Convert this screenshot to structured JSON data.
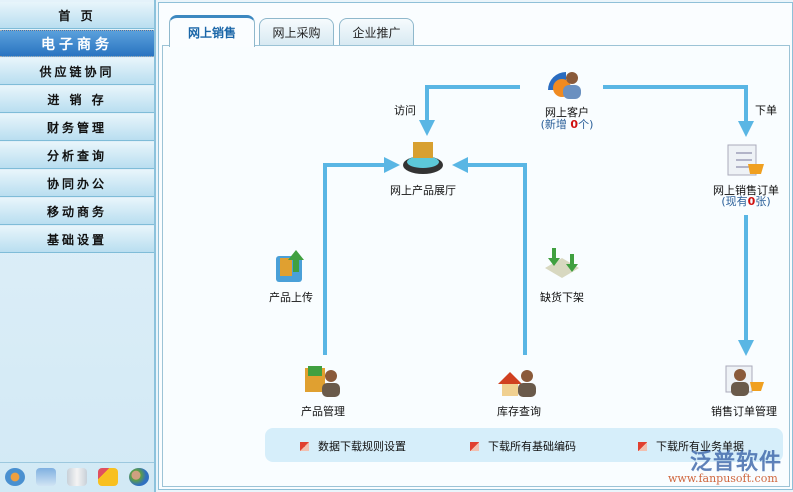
{
  "sidebar": {
    "items": [
      {
        "label": "首 页"
      },
      {
        "label": "电子商务",
        "active": true
      },
      {
        "label": "供应链协同"
      },
      {
        "label": "进 销 存"
      },
      {
        "label": "财务管理"
      },
      {
        "label": "分析查询"
      },
      {
        "label": "协同办公"
      },
      {
        "label": "移动商务"
      },
      {
        "label": "基础设置"
      }
    ],
    "bottom_icons": [
      "chat-icon",
      "calculator-icon",
      "book-icon",
      "mailbox-icon",
      "users-icon"
    ]
  },
  "tabs": [
    {
      "label": "网上销售",
      "active": true
    },
    {
      "label": "网上采购"
    },
    {
      "label": "企业推广"
    }
  ],
  "flow": {
    "customer": {
      "label": "网上客户",
      "sub_prefix": "(新增 ",
      "count": "0",
      "sub_suffix": "个)"
    },
    "showroom": {
      "label": "网上产品展厅"
    },
    "order": {
      "label": "网上销售订单",
      "sub_prefix": "(现有",
      "count": "0",
      "sub_suffix": "张)"
    },
    "upload": {
      "label": "产品上传"
    },
    "offshelf": {
      "label": "缺货下架"
    },
    "product_mgmt": {
      "label": "产品管理"
    },
    "stock": {
      "label": "库存查询"
    },
    "order_mgmt": {
      "label": "销售订单管理"
    },
    "visit_label": "访问",
    "place_order_label": "下单"
  },
  "downloads": [
    {
      "label": "数据下载规则设置"
    },
    {
      "label": "下载所有基础编码"
    },
    {
      "label": "下载所有业务单据"
    }
  ],
  "logo": {
    "name": "泛普软件",
    "url": "www.fanpusoft.com"
  },
  "colors": {
    "arrow": "#5ab6e4",
    "active_nav": "#3a86cc"
  }
}
